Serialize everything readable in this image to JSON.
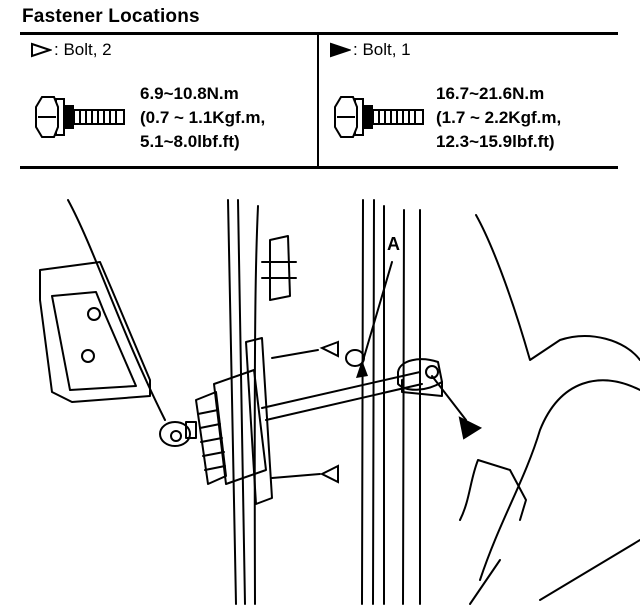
{
  "title": "Fastener Locations",
  "fasteners": [
    {
      "marker": "open-triangle-icon",
      "label": ": Bolt, 2",
      "torque_lines": [
        "6.9~10.8N.m",
        "(0.7 ~ 1.1Kgf.m,",
        "5.1~8.0lbf.ft)"
      ]
    },
    {
      "marker": "filled-triangle-icon",
      "label": ": Bolt, 1",
      "torque_lines": [
        "16.7~21.6N.m",
        "(1.7 ~ 2.2Kgf.m,",
        "12.3~15.9lbf.ft)"
      ]
    }
  ],
  "callout_label": "A"
}
